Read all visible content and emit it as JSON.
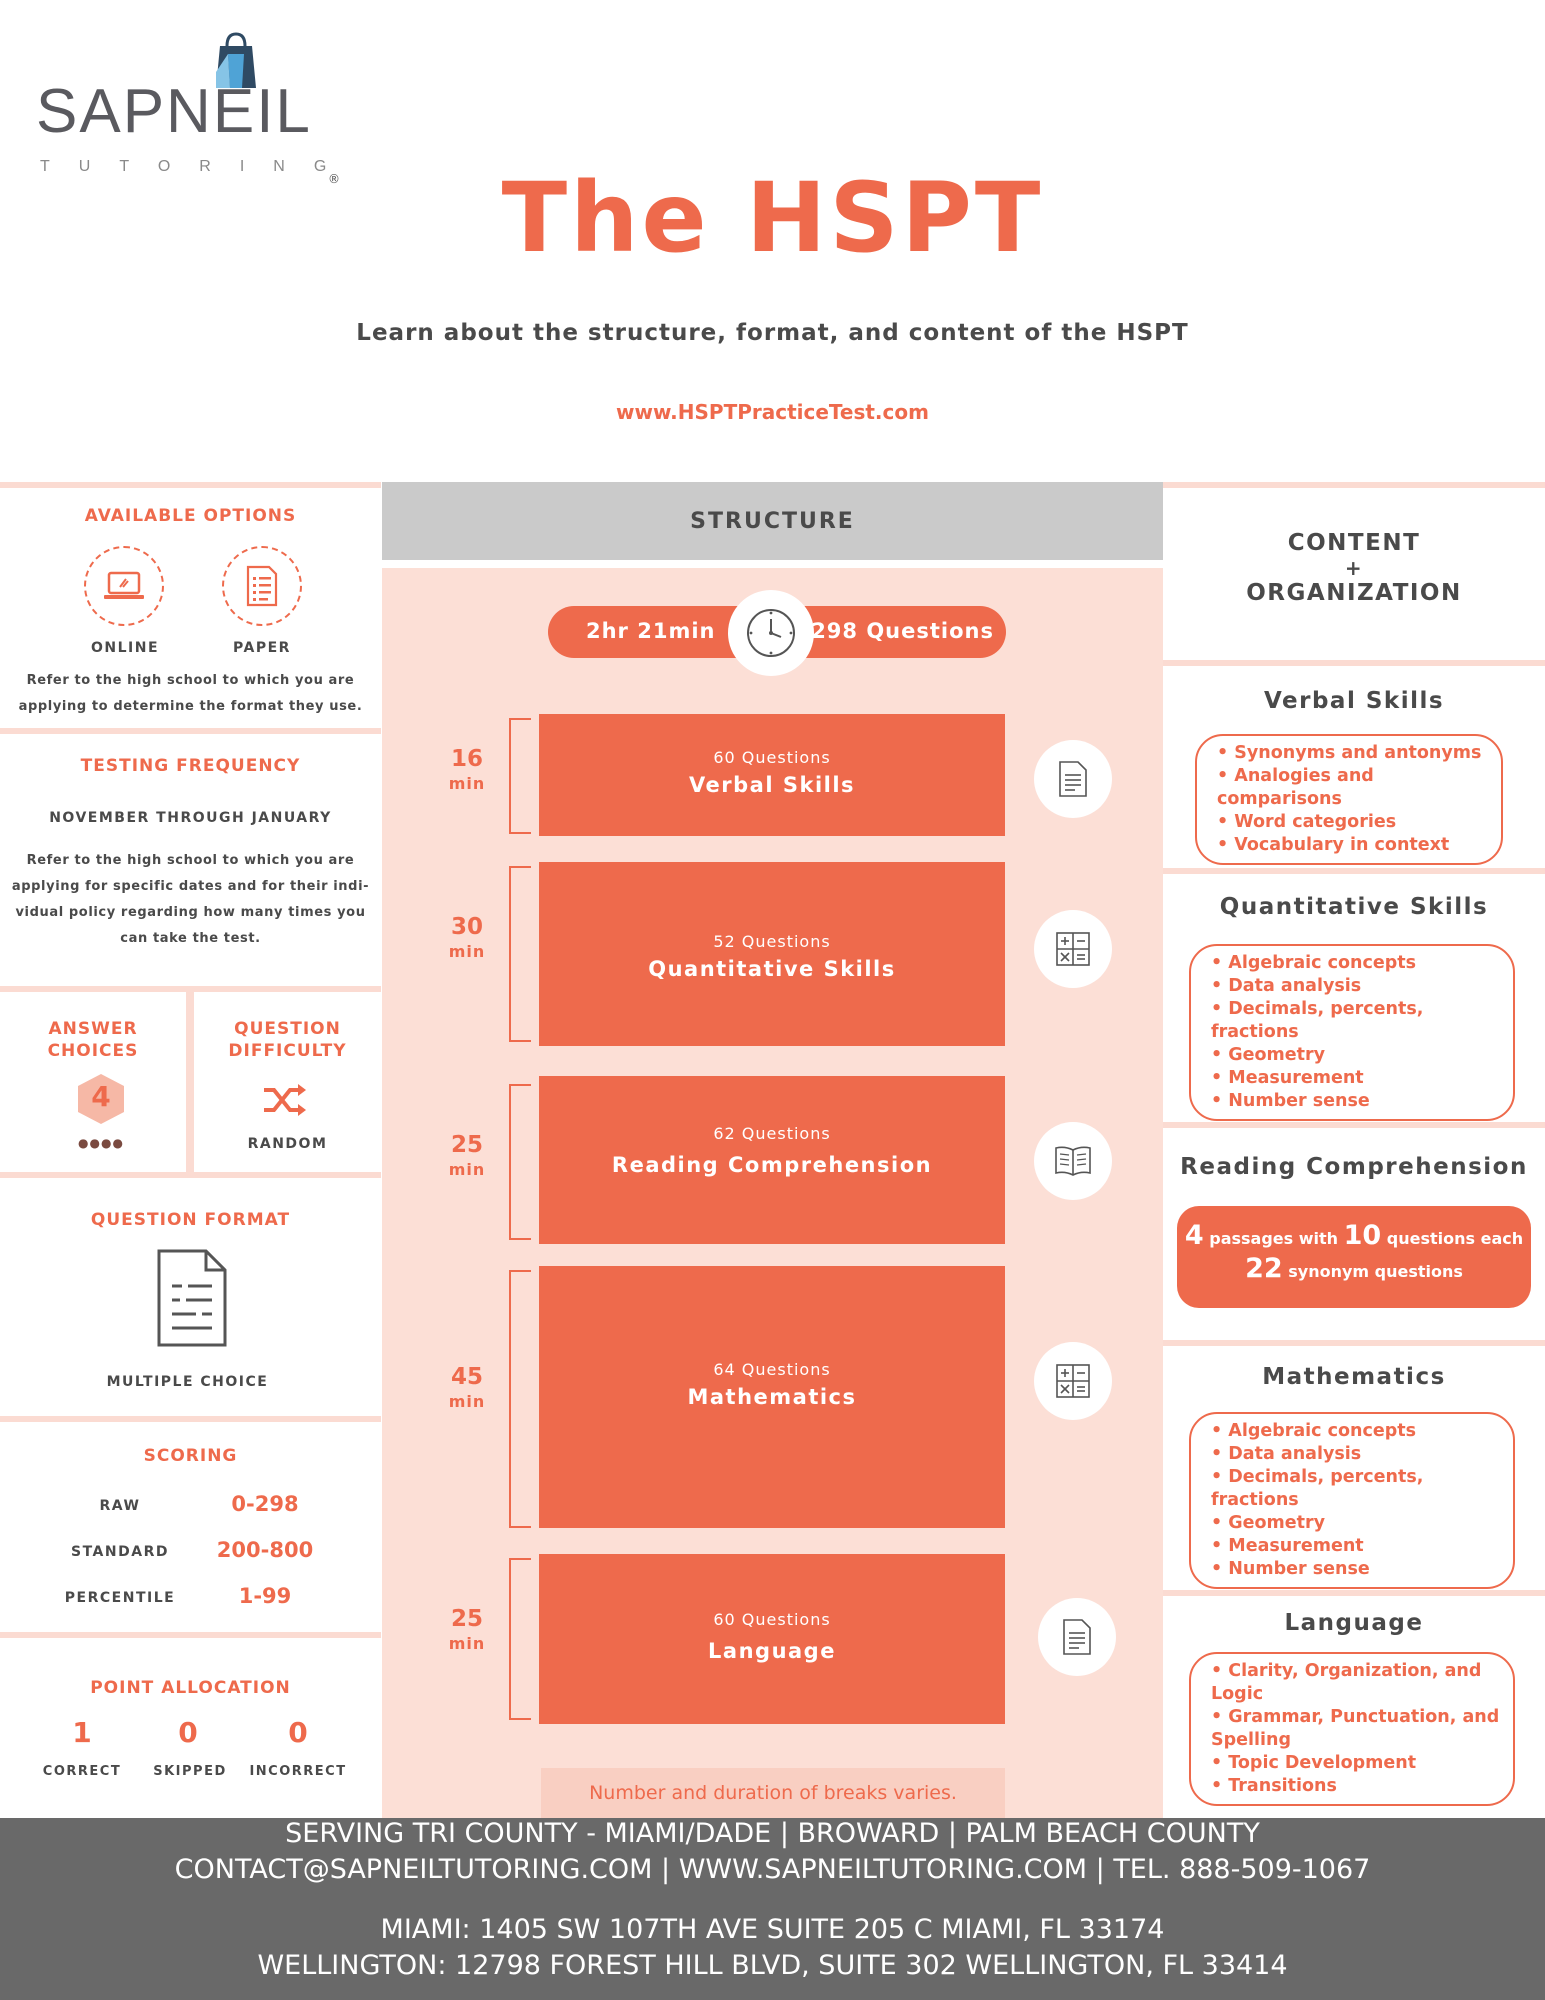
{
  "logo": {
    "name": "SAPNEIL",
    "sub": "TUTORING",
    "reg": "®"
  },
  "title": "The HSPT",
  "subtitle": "Learn about the structure, format, and content of the HSPT",
  "website": "www.HSPTPracticeTest.com",
  "left": {
    "options": {
      "title": "AVAILABLE OPTIONS",
      "online": "ONLINE",
      "paper": "PAPER",
      "note1": "Refer to the high school to which you are",
      "note2": "applying to determine the format they use."
    },
    "frequency": {
      "title": "TESTING FREQUENCY",
      "months": "NOVEMBER THROUGH JANUARY",
      "lines": [
        "Refer to the high school to which you are",
        "applying for specific dates and for their indi-",
        "vidual policy regarding how many times you",
        "can take the test."
      ]
    },
    "answers": {
      "title1": "ANSWER",
      "title2": "CHOICES",
      "value": "4",
      "dots": "●●●●"
    },
    "difficulty": {
      "title1": "QUESTION",
      "title2": "DIFFICULTY",
      "value": "RANDOM"
    },
    "format": {
      "title": "QUESTION FORMAT",
      "value": "MULTIPLE CHOICE"
    },
    "scoring": {
      "title": "SCORING",
      "rows": [
        {
          "label": "RAW",
          "value": "0-298"
        },
        {
          "label": "STANDARD",
          "value": "200-800"
        },
        {
          "label": "PERCENTILE",
          "value": "1-99"
        }
      ]
    },
    "points": {
      "title": "POINT ALLOCATION",
      "items": [
        {
          "value": "1",
          "label": "CORRECT"
        },
        {
          "value": "0",
          "label": "SKIPPED"
        },
        {
          "value": "0",
          "label": "INCORRECT"
        }
      ]
    }
  },
  "structure": {
    "title": "STRUCTURE",
    "time": "2hr 21min",
    "questions": "298 Questions",
    "min_label": "min",
    "sections": [
      {
        "mins": "16",
        "questions": "60 Questions",
        "name": "Verbal Skills",
        "icon": "document-icon"
      },
      {
        "mins": "30",
        "questions": "52 Questions",
        "name": "Quantitative Skills",
        "icon": "calculator-icon"
      },
      {
        "mins": "25",
        "questions": "62 Questions",
        "name": "Reading Comprehension",
        "icon": "book-icon"
      },
      {
        "mins": "45",
        "questions": "64 Questions",
        "name": "Mathematics",
        "icon": "calculator-icon"
      },
      {
        "mins": "25",
        "questions": "60 Questions",
        "name": "Language",
        "icon": "document-icon"
      }
    ],
    "breaks": "Number and duration of breaks varies."
  },
  "content": {
    "title1": "CONTENT",
    "plus": "+",
    "title2": "ORGANIZATION",
    "verbal": {
      "title": "Verbal Skills",
      "items": [
        "Synonyms and antonyms",
        "Analogies and comparisons",
        "Word categories",
        "Vocabulary in context"
      ]
    },
    "quant": {
      "title": "Quantitative Skills",
      "items": [
        "Algebraic concepts",
        "Data analysis",
        "Decimals, percents, fractions",
        "Geometry",
        "Measurement",
        "Number sense"
      ]
    },
    "reading": {
      "title": "Reading Comprehension",
      "n1": "4",
      "t1": "passages with",
      "n2": "10",
      "t2": "questions each",
      "n3": "22",
      "t3": "synonym questions"
    },
    "math": {
      "title": "Mathematics",
      "items": [
        "Algebraic concepts",
        "Data analysis",
        "Decimals, percents, fractions",
        "Geometry",
        "Measurement",
        "Number sense"
      ]
    },
    "language": {
      "title": "Language",
      "items": [
        "Clarity, Organization, and Logic",
        "Grammar, Punctuation, and Spelling",
        "Topic Development",
        "Transitions"
      ]
    }
  },
  "footer": {
    "line1": "SERVING TRI COUNTY - MIAMI/DADE | BROWARD | PALM BEACH COUNTY",
    "line2": "CONTACT@SAPNEILTUTORING.COM | WWW.SAPNEILTUTORING.COM  | TEL. 888-509-1067",
    "line3": "MIAMI: 1405 SW 107TH AVE SUITE 205 C MIAMI, FL 33174",
    "line4": "WELLINGTON: 12798 FOREST HILL BLVD, SUITE 302 WELLINGTON, FL 33414"
  },
  "colors": {
    "accent": "#ee6a4c",
    "pink": "#fcdfd6",
    "gray": "#696969"
  }
}
